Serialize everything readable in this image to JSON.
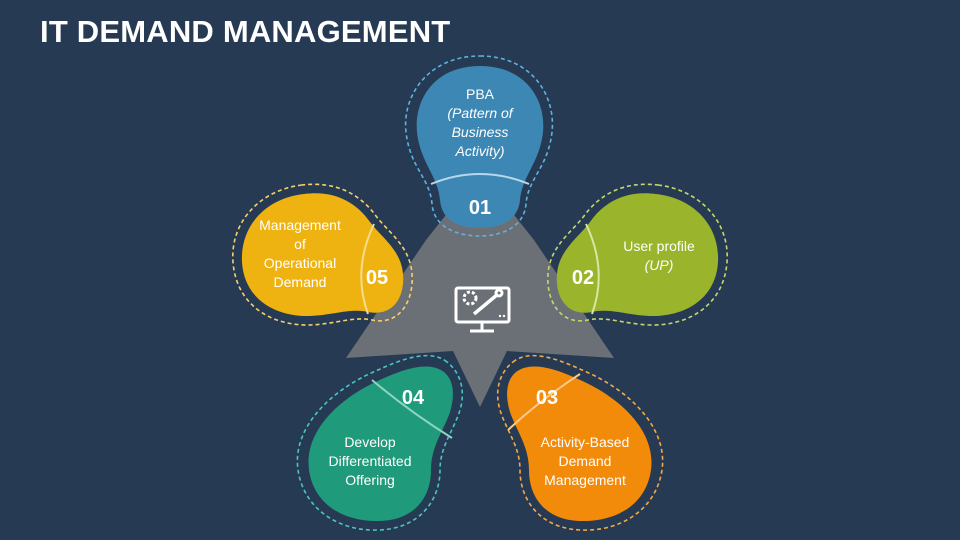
{
  "title": "IT DEMAND MANAGEMENT",
  "center_icon": "computer-settings-icon",
  "colors": {
    "background": "#263a54",
    "star": "#6b6f76",
    "blue": "#3d87b5",
    "green": "#9ab42c",
    "orange": "#f28a0a",
    "teal": "#1f9a7a",
    "yellow": "#efb311"
  },
  "items": [
    {
      "number": "01",
      "lines": [
        "PBA"
      ],
      "italic_lines": [
        "(Pattern of",
        "Business",
        "Activity)"
      ]
    },
    {
      "number": "02",
      "lines": [
        "User profile"
      ],
      "italic_lines": [
        "(UP)"
      ]
    },
    {
      "number": "03",
      "lines": [
        "Activity-Based",
        "Demand",
        "Management"
      ],
      "italic_lines": []
    },
    {
      "number": "04",
      "lines": [
        "Develop",
        "Differentiated",
        "Offering"
      ],
      "italic_lines": []
    },
    {
      "number": "05",
      "lines": [
        "Management",
        "of",
        "Operational",
        "Demand"
      ],
      "italic_lines": []
    }
  ]
}
